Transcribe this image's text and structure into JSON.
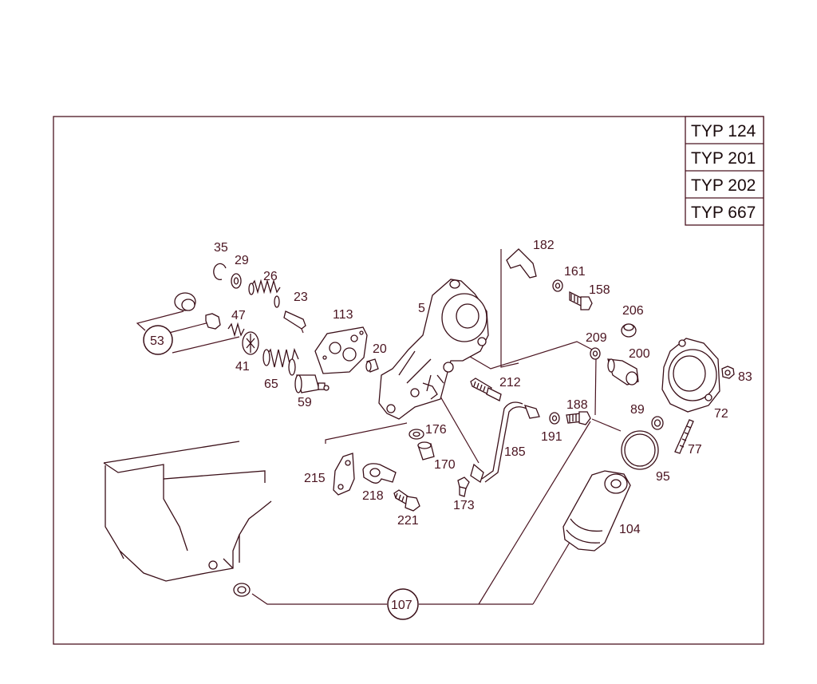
{
  "colors": {
    "line": "#4a1420",
    "border": "#4a1420",
    "background": "#ffffff"
  },
  "types": [
    "TYP 124",
    "TYP 201",
    "TYP 202",
    "TYP 667"
  ],
  "parts": {
    "p35": "35",
    "p29": "29",
    "p26": "26",
    "p23": "23",
    "p47": "47",
    "p53": "53",
    "p41": "41",
    "p65": "65",
    "p59": "59",
    "p113": "113",
    "p20": "20",
    "p5": "5",
    "p182": "182",
    "p161": "161",
    "p158": "158",
    "p206": "206",
    "p209": "209",
    "p200": "200",
    "p83": "83",
    "p72": "72",
    "p212": "212",
    "p188": "188",
    "p191": "191",
    "p89": "89",
    "p77": "77",
    "p95": "95",
    "p176": "176",
    "p170": "170",
    "p185": "185",
    "p173": "173",
    "p215": "215",
    "p218": "218",
    "p221": "221",
    "p104": "104",
    "p107": "107"
  }
}
